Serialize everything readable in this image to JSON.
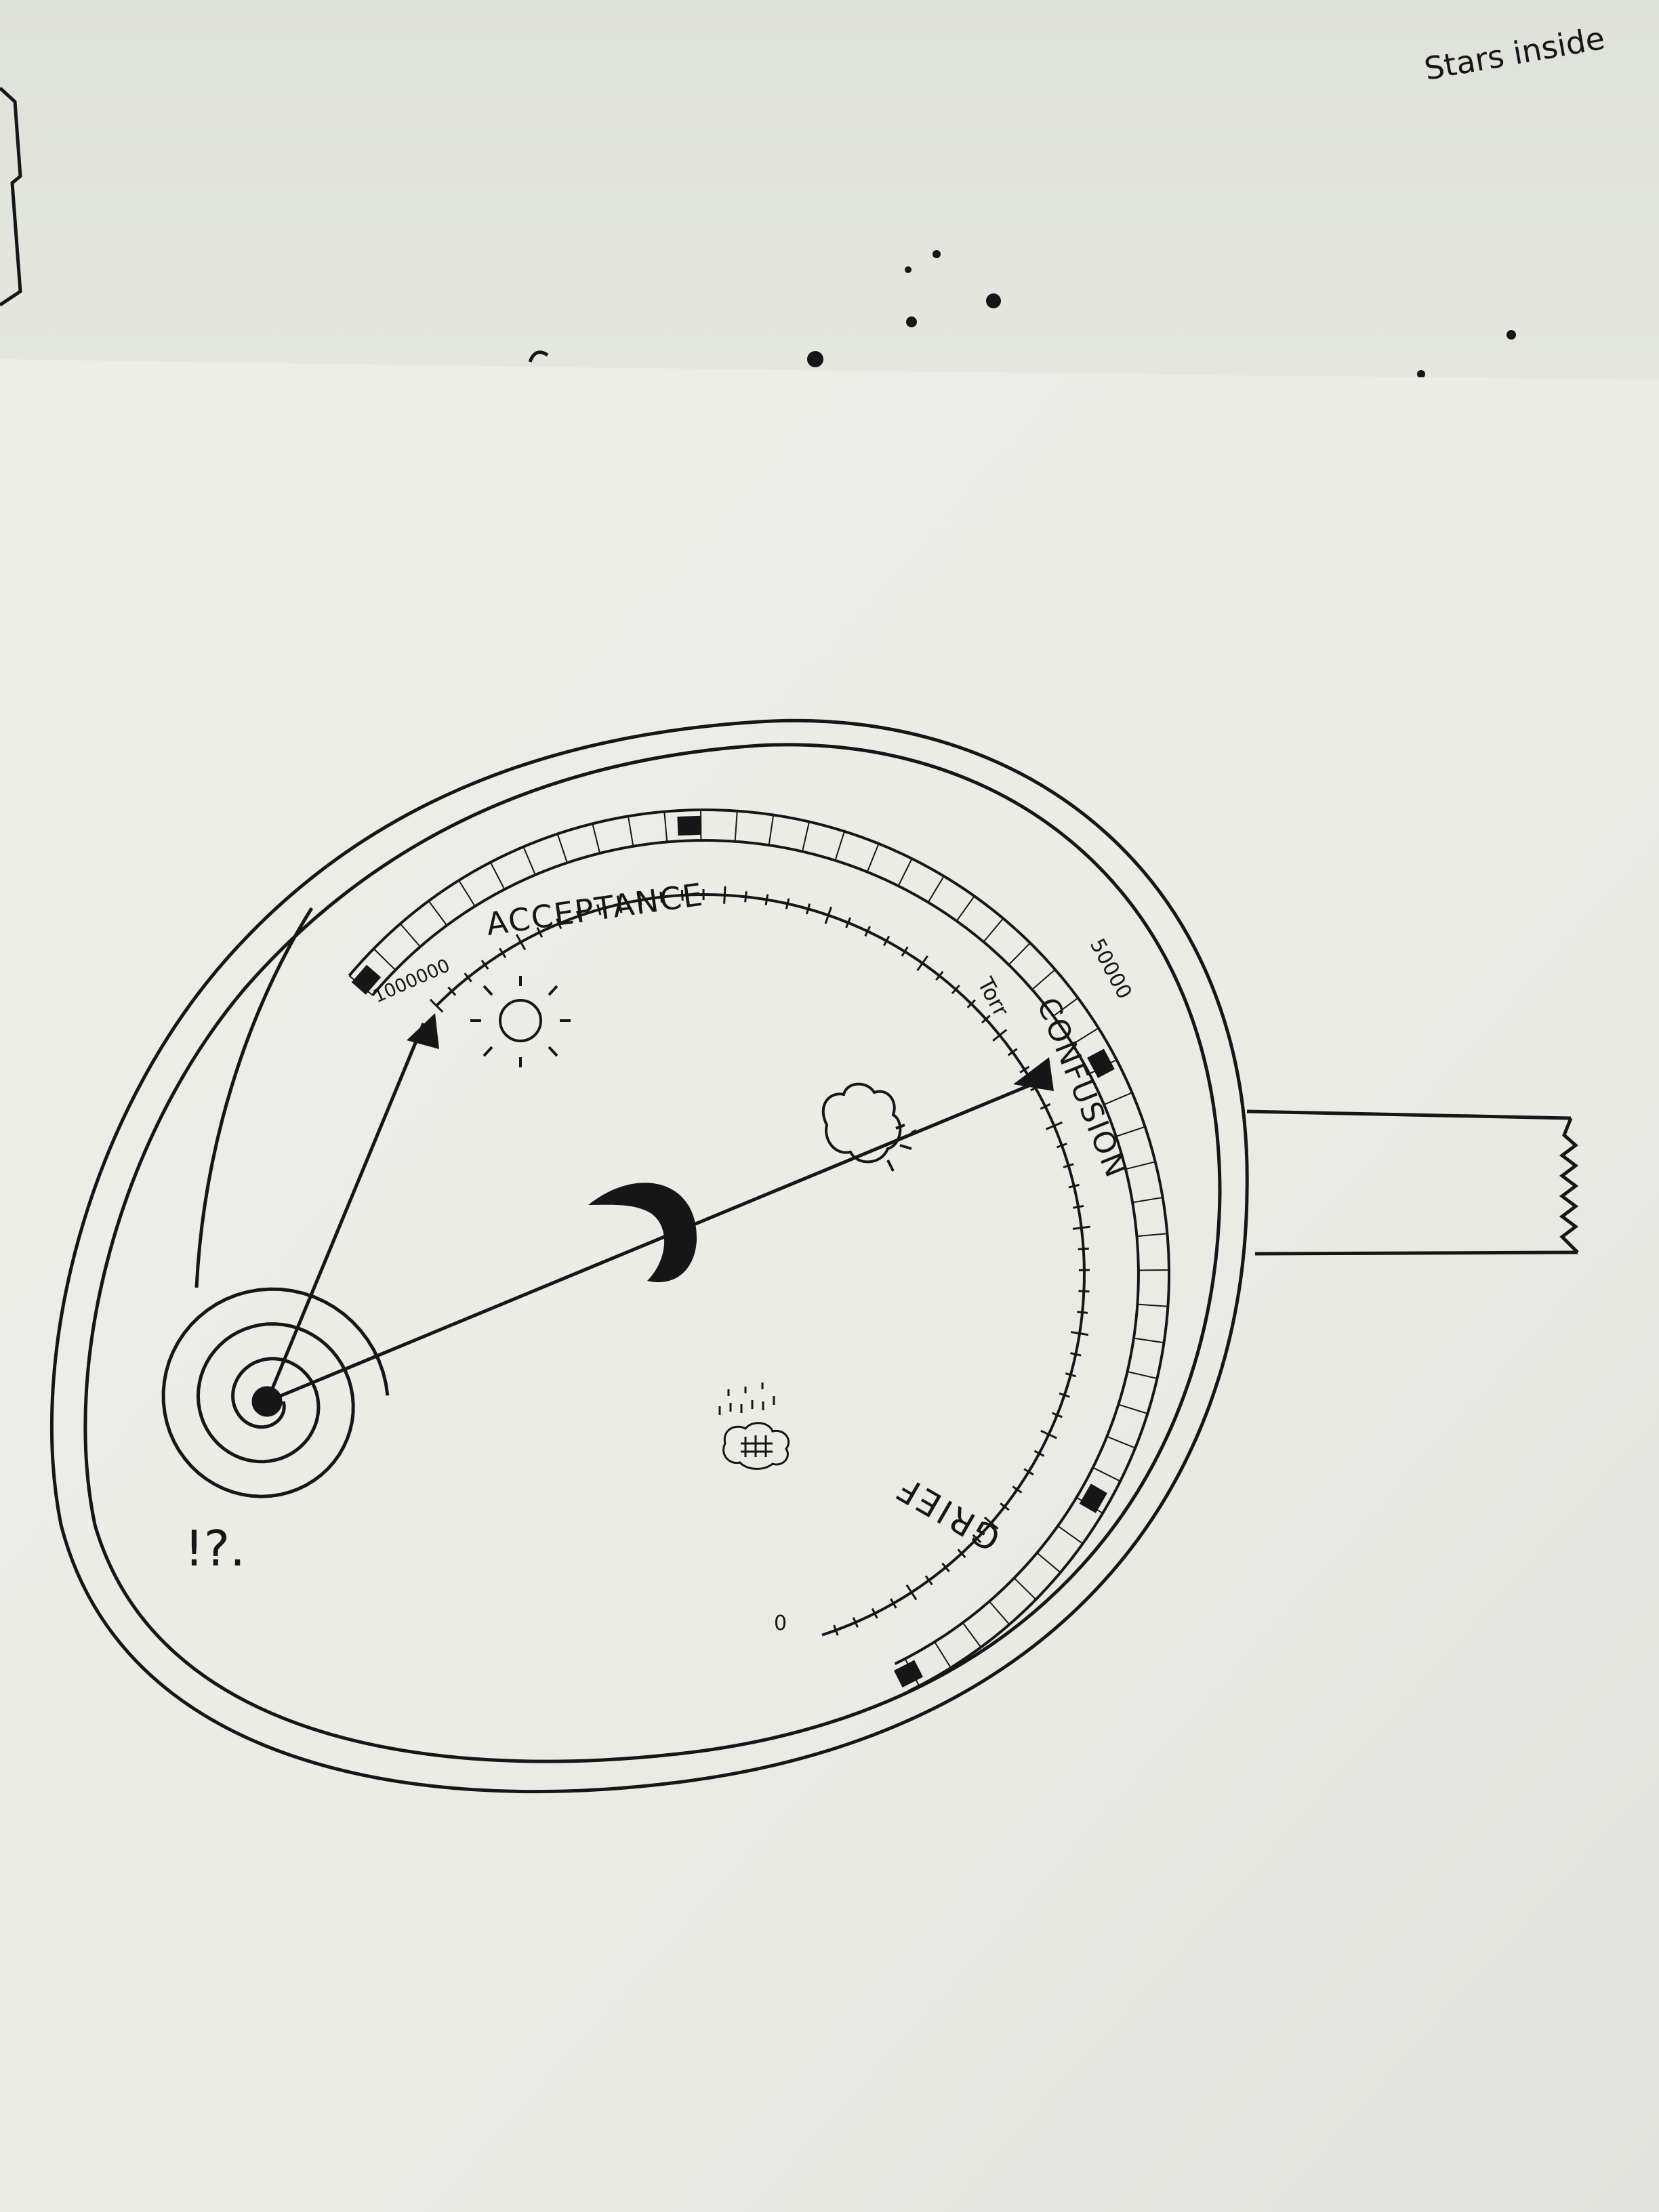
{
  "top_sheet": {
    "note": "Stars inside"
  },
  "gauge": {
    "labels": {
      "acceptance": "ACCEPTANCE",
      "confusion": "CONFUSION",
      "grief": "GRIEF",
      "unit": "Torr",
      "max_value": "1000000",
      "mid_value": "50000",
      "min_value": "0",
      "exclaim": "!?."
    },
    "icons": [
      "sun-icon",
      "moon-icon",
      "cloud-sun-icon",
      "rain-cloud-icon",
      "spiral-pivot-icon"
    ],
    "colors": {
      "ink": "#161616",
      "paper": "#ebebe5"
    }
  }
}
